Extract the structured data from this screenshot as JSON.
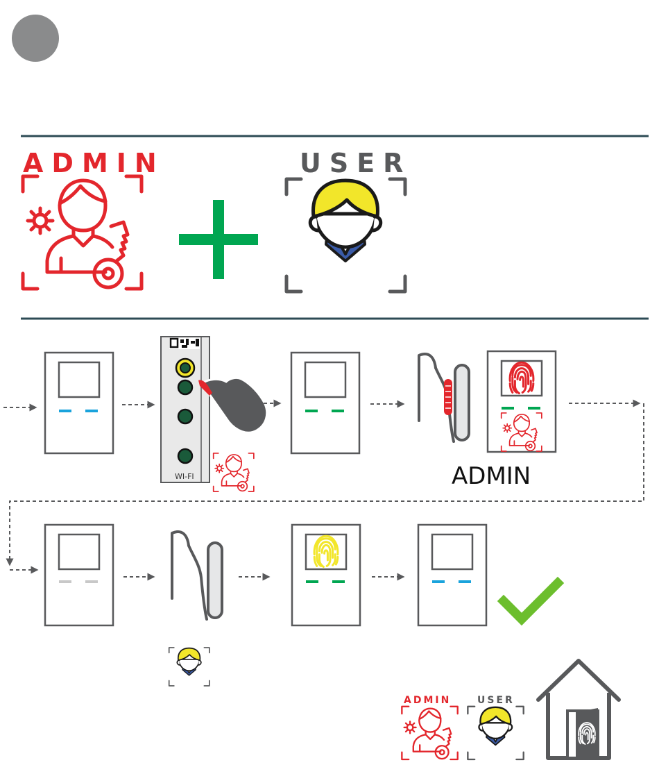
{
  "roles": {
    "admin_title": "ADMIN",
    "user_title": "USER"
  },
  "flow": {
    "admin_label": "ADMIN",
    "wifi_label": "WI-FI"
  },
  "result": {
    "admin_title": "ADMIN",
    "user_title": "USER"
  },
  "colors": {
    "admin_red": "#e3262c",
    "plus_green": "#00a651",
    "user_yellow": "#f2e62a",
    "user_blue": "#3a5ba8",
    "led_blue": "#1aa3dc",
    "led_green": "#00a651",
    "led_grey": "#c8c8c8",
    "check_green": "#6cbe2d",
    "outline_grey": "#58595b",
    "divider": "#2d4b55",
    "step_circle": "#8a8b8c"
  },
  "icons": [
    "admin-icon",
    "user-icon",
    "plus-icon",
    "fingerprint-icon",
    "finger-swipe-icon",
    "hand-press-icon",
    "qr-code-icon",
    "check-icon",
    "house-door-icon"
  ]
}
